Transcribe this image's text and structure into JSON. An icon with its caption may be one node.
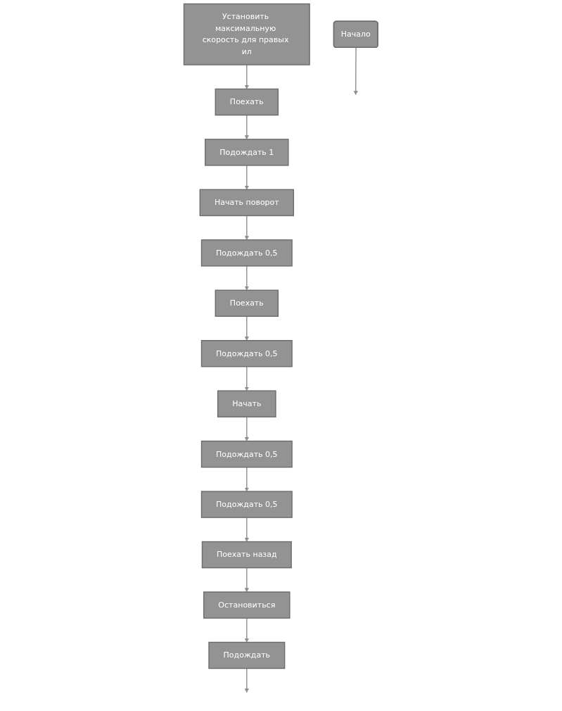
{
  "diagram": {
    "nodes": [
      {
        "text": [
          "Начало"
        ]
      },
      {
        "text": [
          "Установить максимальную скорость для правых ил"
        ]
      },
      {
        "text": [
          "Поехать"
        ]
      },
      {
        "text": [
          "Подождать 1"
        ]
      },
      {
        "text": [
          "Начать поворот"
        ]
      },
      {
        "text": [
          "Подождать 0,5"
        ]
      },
      {
        "text": [
          "Поехать"
        ]
      },
      {
        "text": [
          "Подождать 0,5"
        ]
      },
      {
        "text": [
          "Начать"
        ]
      },
      {
        "text": [
          "Подождать 0,5"
        ]
      },
      {
        "text": [
          "Подождать 0,5"
        ]
      },
      {
        "text": [
          "Поехать назад"
        ]
      },
      {
        "text": [
          "Остановиться"
        ]
      },
      {
        "text": [
          "Подождать"
        ]
      }
    ],
    "edges": [
      {
        "from": 0,
        "to": null,
        "arrow": "to"
      },
      {
        "from": 1,
        "to": 2,
        "arrow": "to"
      },
      {
        "from": 2,
        "to": 3,
        "arrow": "to"
      },
      {
        "from": 3,
        "to": 4,
        "arrow": "to"
      },
      {
        "from": 4,
        "to": 5,
        "arrow": "to"
      },
      {
        "from": 5,
        "to": 6,
        "arrow": "to"
      },
      {
        "from": 6,
        "to": 7,
        "arrow": "to"
      },
      {
        "from": 7,
        "to": 8,
        "arrow": "to"
      },
      {
        "from": 8,
        "to": 9,
        "arrow": "to"
      },
      {
        "from": 9,
        "to": 10,
        "arrow": "to"
      },
      {
        "from": 10,
        "to": 11,
        "arrow": "to"
      },
      {
        "from": 11,
        "to": 12,
        "arrow": "to"
      },
      {
        "from": 12,
        "to": 13,
        "arrow": "to"
      },
      {
        "from": 13,
        "to": null,
        "arrow": "to"
      }
    ]
  }
}
